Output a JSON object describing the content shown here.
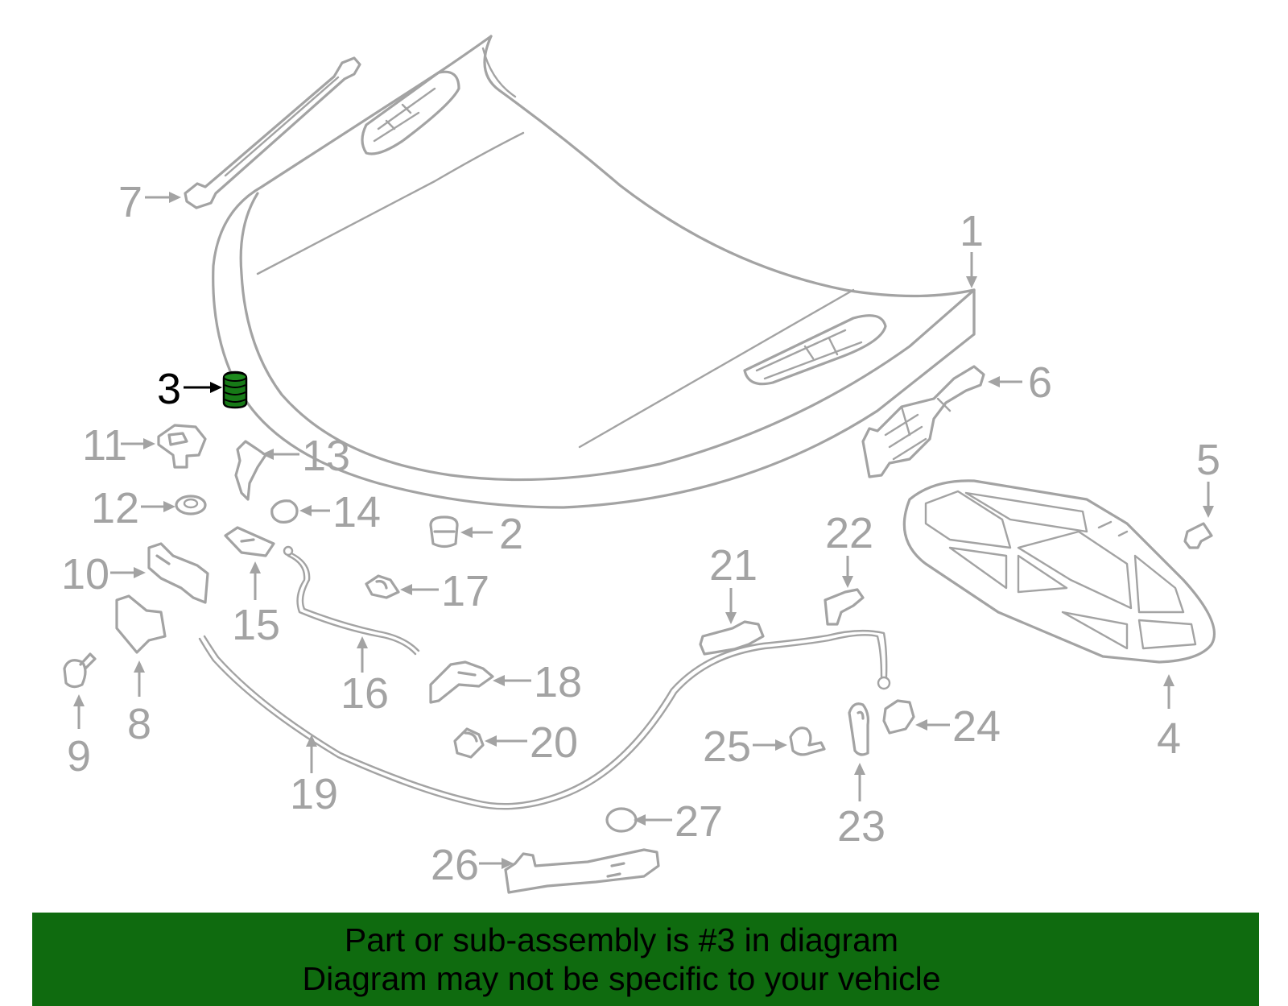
{
  "diagram": {
    "highlight_color": "#177a17",
    "line_color": "#a3a3a3",
    "highlighted_callout": "3",
    "callouts": {
      "c1": "1",
      "c2": "2",
      "c3": "3",
      "c4": "4",
      "c5": "5",
      "c6": "6",
      "c7": "7",
      "c8": "8",
      "c9": "9",
      "c10": "10",
      "c11": "11",
      "c12": "12",
      "c13": "13",
      "c14": "14",
      "c15": "15",
      "c16": "16",
      "c17": "17",
      "c18": "18",
      "c19": "19",
      "c20": "20",
      "c21": "21",
      "c22": "22",
      "c23": "23",
      "c24": "24",
      "c25": "25",
      "c26": "26",
      "c27": "27"
    }
  },
  "banner": {
    "color": "#0f6b0f",
    "line1": "Part or sub-assembly is #3 in diagram",
    "line2": "Diagram may not be specific to your vehicle"
  }
}
